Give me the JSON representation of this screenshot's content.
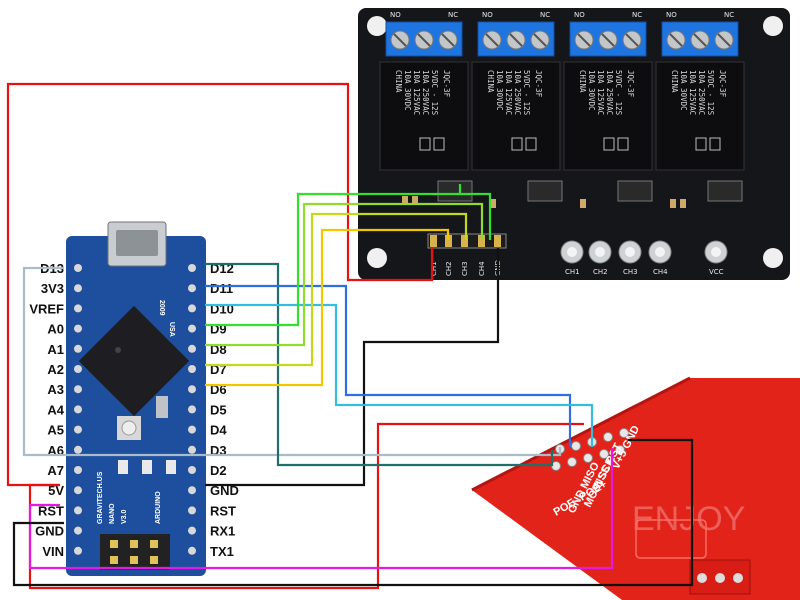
{
  "relay_board": {
    "relays": [
      {
        "model": "JQC-3F",
        "lines": [
          "5VDC - 12S",
          "10A 250VAC",
          "10A 125VAC",
          "10A 30VDC",
          "CHINA"
        ]
      },
      {
        "model": "JQC-3F",
        "lines": [
          "5VDC - 12S",
          "10A 250VAC",
          "10A 125VAC",
          "10A 30VDC",
          "CHINA"
        ]
      },
      {
        "model": "JQC-3F",
        "lines": [
          "5VDC - 12S",
          "10A 250VAC",
          "10A 125VAC",
          "10A 30VDC",
          "CHINA"
        ]
      },
      {
        "model": "JQC-3F",
        "lines": [
          "5VDC - 12S",
          "10A 250VAC",
          "10A 125VAC",
          "10A 30VDC",
          "CHINA"
        ]
      }
    ],
    "terminal_marks": [
      "NO",
      "NC"
    ],
    "input_pins": [
      "CH1",
      "CH2",
      "CH3",
      "CH4",
      "GND"
    ],
    "leds": [
      "CH1",
      "CH2",
      "CH3",
      "CH4",
      "VCC"
    ]
  },
  "nano": {
    "left_pins": [
      "D13",
      "3V3",
      "VREF",
      "A0",
      "A1",
      "A2",
      "A3",
      "A4",
      "A5",
      "A6",
      "A7",
      "5V",
      "RST",
      "GND",
      "VIN"
    ],
    "right_pins": [
      "D12",
      "D11",
      "D10",
      "D9",
      "D8",
      "D7",
      "D6",
      "D5",
      "D4",
      "D3",
      "D2",
      "GND",
      "RST",
      "RX1",
      "TX1"
    ],
    "silk_top": "USA",
    "silk_year": "2009",
    "silk_bottom": "GRAVITECH.US",
    "silk_nano": "NANO",
    "silk_version": "V3.0",
    "silk_brand": "ARDUINO"
  },
  "rfid": {
    "pins_top": "V+5 GND",
    "pins_mid": "NSS RST",
    "pins_low": "MOSI SCK",
    "pins_gnd": "GND MISO",
    "pins_poe": "POE- POE+",
    "watermark": "ENJOY"
  },
  "colors": {
    "red": "#e81010",
    "black": "#111111",
    "magenta": "#e21ae2",
    "lightgray": "#a9bcc9",
    "teal": "#1f6f6a",
    "blue": "#2d6fe0",
    "cyan": "#34bde0",
    "green": "#35e02c",
    "lime": "#8fdc2e",
    "yellowgreen": "#c6d81a",
    "yellow": "#f0c800"
  }
}
